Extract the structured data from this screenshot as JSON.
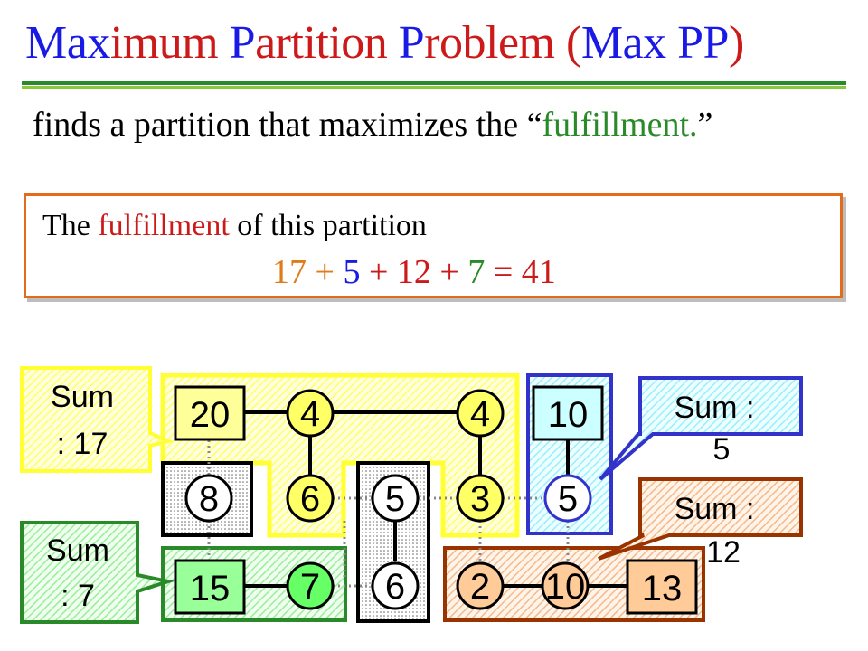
{
  "title": {
    "words": [
      {
        "text": "Max",
        "color": "#1a1ae6"
      },
      {
        "text": "imum ",
        "color": "#cc1a1a"
      },
      {
        "text": "P",
        "color": "#1a1ae6"
      },
      {
        "text": "artition ",
        "color": "#cc1a1a"
      },
      {
        "text": "P",
        "color": "#1a1ae6"
      },
      {
        "text": "roblem (",
        "color": "#cc1a1a"
      },
      {
        "text": "Max PP",
        "color": "#1a1ae6"
      },
      {
        "text": ")",
        "color": "#cc1a1a"
      }
    ],
    "rule_colors": [
      "#2a8a2a",
      "#8dc63f"
    ]
  },
  "subtitle": {
    "before": "finds a partition that maximizes the “",
    "highlight": "fulfillment.",
    "after": "”",
    "highlight_color": "#2a8a2a"
  },
  "fulfillment_box": {
    "line1_a": "The ",
    "line1_highlight": "fulfillment",
    "line1_b": " of this partition",
    "equation": [
      {
        "text": "17",
        "color": "#e07b1a"
      },
      {
        "text": " + ",
        "color": "#e07b1a"
      },
      {
        "text": "5",
        "color": "#1a1ae6"
      },
      {
        "text": " + ",
        "color": "#cc1a1a"
      },
      {
        "text": "12",
        "color": "#cc1a1a"
      },
      {
        "text": " + ",
        "color": "#cc1a1a"
      },
      {
        "text": "7",
        "color": "#2a8a2a"
      },
      {
        "text": " = 41",
        "color": "#cc1a1a"
      }
    ],
    "highlight_color": "#cc1a1a",
    "border_color": "#e36c1a"
  },
  "graph": {
    "nodes": {
      "n20": "20",
      "n4a": "4",
      "n4b": "4",
      "n10a": "10",
      "n8": "8",
      "n6a": "6",
      "n5a": "5",
      "n3": "3",
      "n5b": "5",
      "n15": "15",
      "n7": "7",
      "n6b": "6",
      "n2": "2",
      "n10b": "10",
      "n13": "13"
    },
    "callouts": {
      "sum17": [
        "Sum",
        ": 17"
      ],
      "sum7": [
        "Sum",
        ": 7"
      ],
      "sum5": [
        "Sum :",
        "5"
      ],
      "sum12": [
        "Sum :",
        "12"
      ]
    },
    "colors": {
      "yellow": "#ffff33",
      "yellow_fill": "#ffff99",
      "blue": "#3333cc",
      "blue_fill": "#ccffff",
      "green": "#2a8a2a",
      "green_fill": "#ccffcc",
      "brown": "#993300",
      "brown_fill": "#ffcc99",
      "black": "#000000"
    }
  }
}
